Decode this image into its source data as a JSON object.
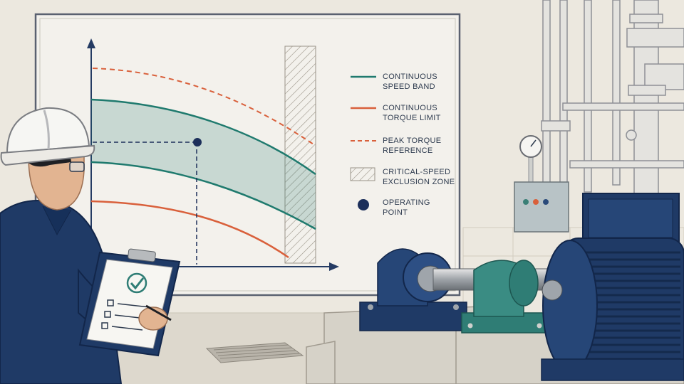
{
  "legend": {
    "continuous_speed_band": "CONTINUOUS\nSPEED BAND",
    "continuous_torque_limit": "CONTINUOUS\nTORQUE LIMIT",
    "peak_torque_reference": "PEAK TORQUE\nREFERENCE",
    "critical_speed_exclusion_zone": "CRITICAL-SPEED\nEXCLUSION ZONE",
    "operating_point": "OPERATING\nPOINT"
  },
  "colors": {
    "speed_band": "#1f7a6e",
    "torque_limit": "#d9603b",
    "peak_torque": "#d9603b",
    "operating_point": "#1c2f5a",
    "motor_blue": "#1f3a66",
    "coupling_teal": "#2f7d75",
    "background": "#ece8df"
  },
  "icons": [
    "hard-hat-icon",
    "clipboard-icon",
    "checkmark-icon",
    "pen-icon",
    "pressure-gauge-icon"
  ]
}
